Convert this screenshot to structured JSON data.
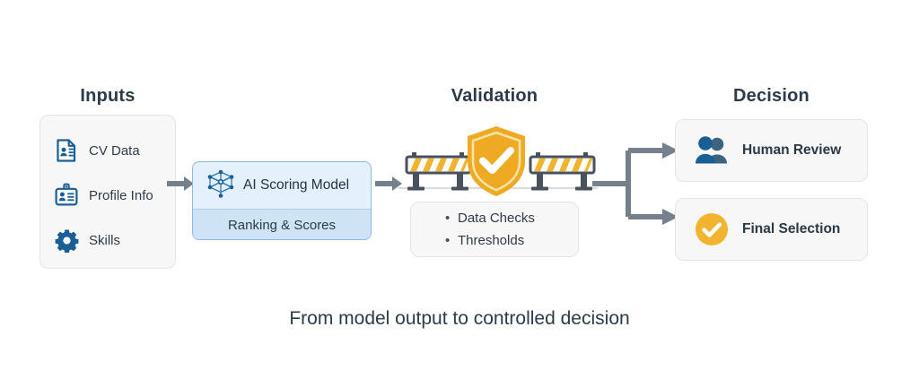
{
  "sections": {
    "inputs": {
      "title": "Inputs",
      "items": [
        {
          "label": "CV Data",
          "icon": "document-person-icon"
        },
        {
          "label": "Profile Info",
          "icon": "id-badge-icon"
        },
        {
          "label": "Skills",
          "icon": "gear-icon"
        }
      ]
    },
    "model": {
      "title": "AI Scoring Model",
      "subtitle": "Ranking & Scores",
      "icon": "neural-network-icon"
    },
    "validation": {
      "title": "Validation",
      "icons": [
        "barrier-icon",
        "shield-check-icon",
        "barrier-icon"
      ],
      "checks": [
        "Data Checks",
        "Thresholds"
      ]
    },
    "decision": {
      "title": "Decision",
      "options": [
        {
          "label": "Human Review",
          "icon": "people-icon"
        },
        {
          "label": "Final Selection",
          "icon": "check-circle-icon"
        }
      ]
    }
  },
  "caption": "From model output to controlled decision",
  "colors": {
    "accent_blue": "#1a5e96",
    "accent_amber": "#edaa22",
    "model_fill": "#e4f0fb",
    "model_footer": "#cfe3f6",
    "card_fill": "#f7f7f7",
    "connector": "#76808c",
    "heading": "#2d3a47"
  }
}
